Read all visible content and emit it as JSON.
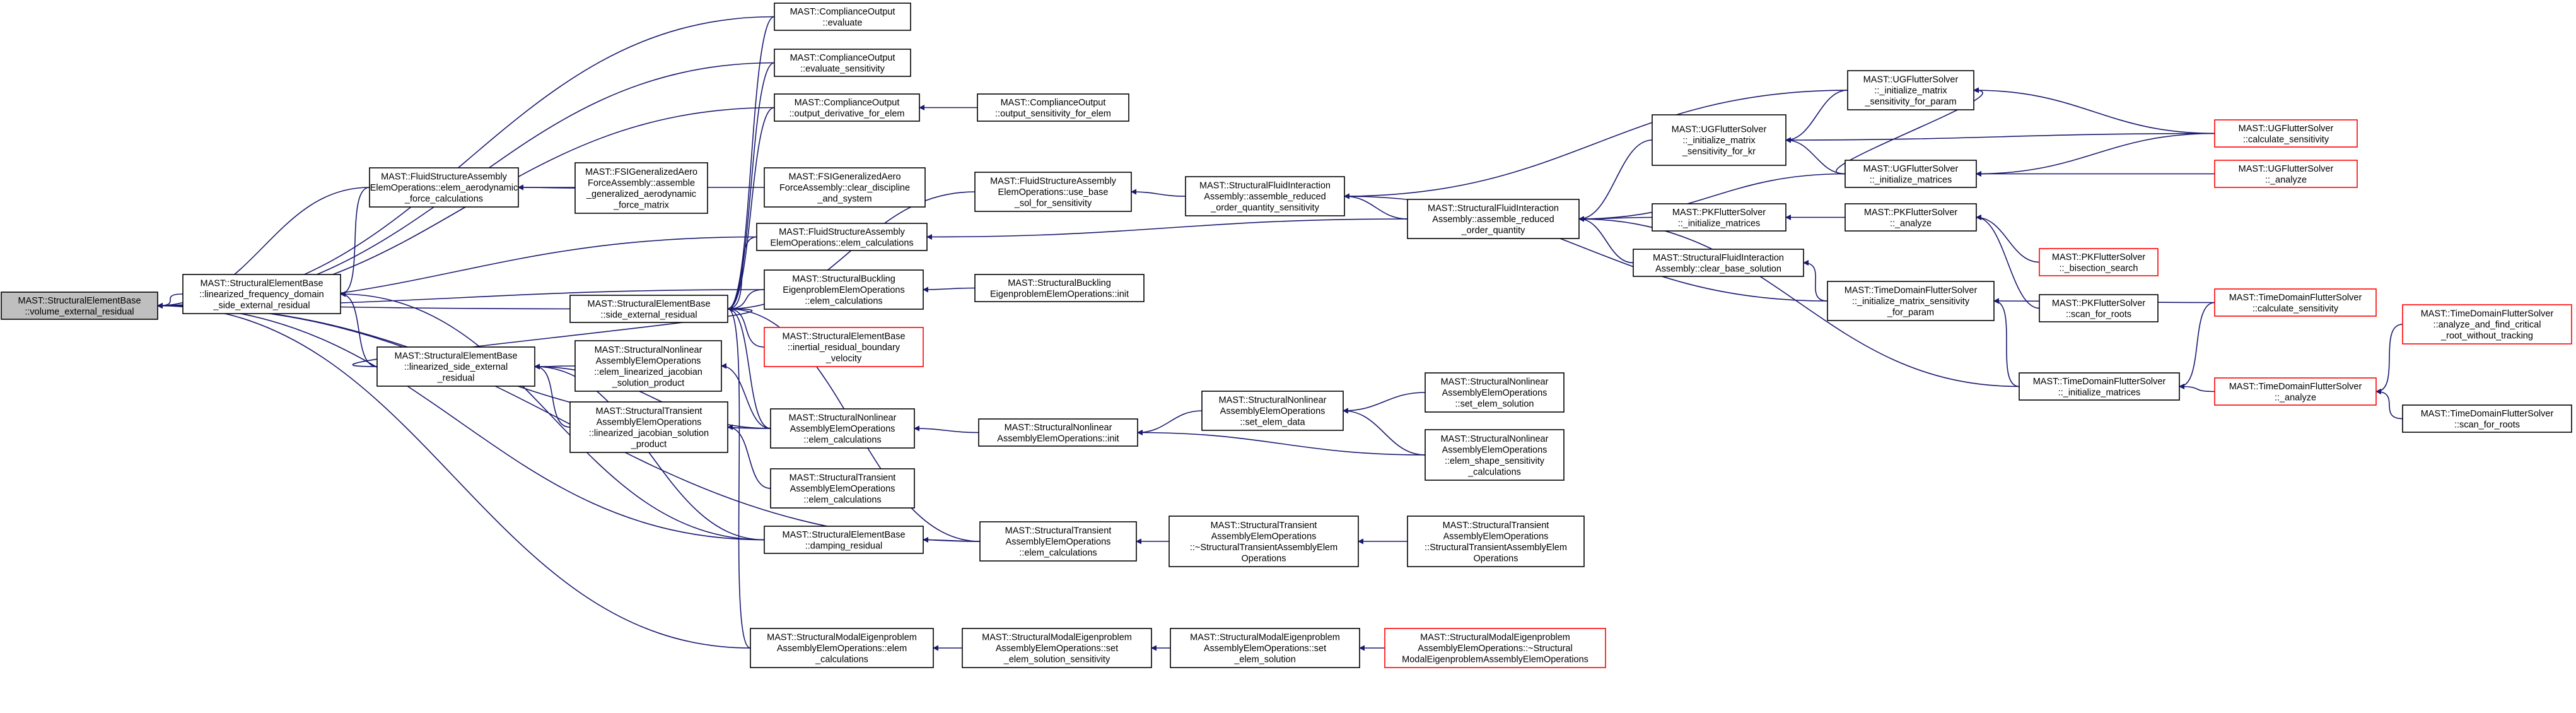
{
  "colors": {
    "edge": "#191970",
    "focus_fill": "#bfbfbf",
    "node_border": "#000000",
    "truncated_border": "#ff0000",
    "background": "#ffffff"
  },
  "nodes": [
    {
      "id": "n0",
      "label": [
        "MAST::StructuralElementBase",
        "::volume_external_residual"
      ],
      "focus": true
    },
    {
      "id": "n1",
      "label": [
        "MAST::ComplianceOutput",
        "::evaluate"
      ]
    },
    {
      "id": "n2",
      "label": [
        "MAST::ComplianceOutput",
        "::evaluate_sensitivity"
      ]
    },
    {
      "id": "n3",
      "label": [
        "MAST::ComplianceOutput",
        "::output_derivative_for_elem"
      ]
    },
    {
      "id": "n4",
      "label": [
        "MAST::ComplianceOutput",
        "::output_sensitivity_for_elem"
      ]
    },
    {
      "id": "n5",
      "label": [
        "MAST::FluidStructureAssembly",
        "ElemOperations::elem_aerodynamic",
        "_force_calculations"
      ]
    },
    {
      "id": "n6",
      "label": [
        "MAST::FSIGeneralizedAero",
        "ForceAssembly::assemble",
        "_generalized_aerodynamic",
        "_force_matrix"
      ]
    },
    {
      "id": "n7",
      "label": [
        "MAST::FSIGeneralizedAero",
        "ForceAssembly::clear_discipline",
        "_and_system"
      ]
    },
    {
      "id": "n8",
      "label": [
        "MAST::FluidStructureAssembly",
        "ElemOperations::use_base",
        "_sol_for_sensitivity"
      ]
    },
    {
      "id": "n9",
      "label": [
        "MAST::StructuralFluidInteraction",
        "Assembly::assemble_reduced",
        "_order_quantity_sensitivity"
      ]
    },
    {
      "id": "n10",
      "label": [
        "MAST::FluidStructureAssembly",
        "ElemOperations::elem_calculations"
      ]
    },
    {
      "id": "n11",
      "label": [
        "MAST::StructuralElementBase",
        "::linearized_frequency_domain",
        "_side_external_residual"
      ]
    },
    {
      "id": "n12",
      "label": [
        "MAST::StructuralElementBase",
        "::side_external_residual"
      ]
    },
    {
      "id": "n13",
      "label": [
        "MAST::StructuralBuckling",
        "EigenproblemElemOperations",
        "::elem_calculations"
      ]
    },
    {
      "id": "n14",
      "label": [
        "MAST::StructuralBuckling",
        "EigenproblemElemOperations::init"
      ]
    },
    {
      "id": "n15",
      "label": [
        "MAST::StructuralElementBase",
        "::inertial_residual_boundary",
        "_velocity"
      ],
      "truncated": true
    },
    {
      "id": "n16",
      "label": [
        "MAST::StructuralElementBase",
        "::linearized_side_external",
        "_residual"
      ]
    },
    {
      "id": "n17",
      "label": [
        "MAST::StructuralNonlinear",
        "AssemblyElemOperations",
        "::elem_linearized_jacobian",
        "_solution_product"
      ]
    },
    {
      "id": "n18",
      "label": [
        "MAST::StructuralTransient",
        "AssemblyElemOperations",
        "::linearized_jacobian_solution",
        "_product"
      ]
    },
    {
      "id": "n19",
      "label": [
        "MAST::StructuralNonlinear",
        "AssemblyElemOperations",
        "::elem_calculations"
      ]
    },
    {
      "id": "n20",
      "label": [
        "MAST::StructuralNonlinear",
        "AssemblyElemOperations::init"
      ]
    },
    {
      "id": "n21",
      "label": [
        "MAST::StructuralNonlinear",
        "AssemblyElemOperations",
        "::set_elem_data"
      ]
    },
    {
      "id": "n22",
      "label": [
        "MAST::StructuralNonlinear",
        "AssemblyElemOperations",
        "::set_elem_solution"
      ]
    },
    {
      "id": "n23",
      "label": [
        "MAST::StructuralNonlinear",
        "AssemblyElemOperations",
        "::elem_shape_sensitivity",
        "_calculations"
      ]
    },
    {
      "id": "n24",
      "label": [
        "MAST::StructuralTransient",
        "AssemblyElemOperations",
        "::elem_calculations"
      ]
    },
    {
      "id": "n25",
      "label": [
        "MAST::StructuralElementBase",
        "::damping_residual"
      ]
    },
    {
      "id": "n26",
      "label": [
        "MAST::StructuralTransient",
        "AssemblyElemOperations",
        "::elem_calculations"
      ]
    },
    {
      "id": "n27",
      "label": [
        "MAST::StructuralTransient",
        "AssemblyElemOperations",
        "::~StructuralTransientAssemblyElem",
        "Operations"
      ]
    },
    {
      "id": "n28",
      "label": [
        "MAST::StructuralTransient",
        "AssemblyElemOperations",
        "::StructuralTransientAssemblyElem",
        "Operations"
      ]
    },
    {
      "id": "n29",
      "label": [
        "MAST::StructuralModalEigenproblem",
        "AssemblyElemOperations::elem",
        "_calculations"
      ]
    },
    {
      "id": "n30",
      "label": [
        "MAST::StructuralModalEigenproblem",
        "AssemblyElemOperations::set",
        "_elem_solution_sensitivity"
      ]
    },
    {
      "id": "n31",
      "label": [
        "MAST::StructuralModalEigenproblem",
        "AssemblyElemOperations::set",
        "_elem_solution"
      ]
    },
    {
      "id": "n32",
      "label": [
        "MAST::StructuralModalEigenproblem",
        "AssemblyElemOperations::~Structural",
        "ModalEigenproblemAssemblyElemOperations"
      ],
      "truncated": true
    },
    {
      "id": "n33",
      "label": [
        "MAST::StructuralFluidInteraction",
        "Assembly::assemble_reduced",
        "_order_quantity"
      ]
    },
    {
      "id": "n34",
      "label": [
        "MAST::UGFlutterSolver",
        "::_initialize_matrix",
        "_sensitivity_for_kr"
      ]
    },
    {
      "id": "n35",
      "label": [
        "MAST::UGFlutterSolver",
        "::_initialize_matrix",
        "_sensitivity_for_param"
      ]
    },
    {
      "id": "n36",
      "label": [
        "MAST::UGFlutterSolver",
        "::_initialize_matrices"
      ]
    },
    {
      "id": "n37",
      "label": [
        "MAST::UGFlutterSolver",
        "::calculate_sensitivity"
      ],
      "truncated": true
    },
    {
      "id": "n38",
      "label": [
        "MAST::UGFlutterSolver",
        "::_analyze"
      ],
      "truncated": true
    },
    {
      "id": "n39",
      "label": [
        "MAST::PKFlutterSolver",
        "::_initialize_matrices"
      ]
    },
    {
      "id": "n40",
      "label": [
        "MAST::PKFlutterSolver",
        "::_analyze"
      ]
    },
    {
      "id": "n41",
      "label": [
        "MAST::PKFlutterSolver",
        "::_bisection_search"
      ],
      "truncated": true
    },
    {
      "id": "n42",
      "label": [
        "MAST::PKFlutterSolver",
        "::scan_for_roots"
      ]
    },
    {
      "id": "n43",
      "label": [
        "MAST::StructuralFluidInteraction",
        "Assembly::clear_base_solution"
      ]
    },
    {
      "id": "n44",
      "label": [
        "MAST::TimeDomainFlutterSolver",
        "::_initialize_matrix_sensitivity",
        "_for_param"
      ]
    },
    {
      "id": "n45",
      "label": [
        "MAST::TimeDomainFlutterSolver",
        "::_initialize_matrices"
      ]
    },
    {
      "id": "n46",
      "label": [
        "MAST::TimeDomainFlutterSolver",
        "::calculate_sensitivity"
      ],
      "truncated": true
    },
    {
      "id": "n47",
      "label": [
        "MAST::TimeDomainFlutterSolver",
        "::_analyze"
      ],
      "truncated": true
    },
    {
      "id": "n48",
      "label": [
        "MAST::TimeDomainFlutterSolver",
        "::analyze_and_find_critical",
        "_root_without_tracking"
      ],
      "truncated": true
    },
    {
      "id": "n49",
      "label": [
        "MAST::TimeDomainFlutterSolver",
        "::scan_for_roots"
      ]
    }
  ],
  "edges": [
    [
      "n1",
      "n0"
    ],
    [
      "n2",
      "n0"
    ],
    [
      "n3",
      "n0"
    ],
    [
      "n5",
      "n0"
    ],
    [
      "n10",
      "n0"
    ],
    [
      "n11",
      "n0"
    ],
    [
      "n12",
      "n0"
    ],
    [
      "n13",
      "n0"
    ],
    [
      "n19",
      "n0"
    ],
    [
      "n25",
      "n0"
    ],
    [
      "n26",
      "n0"
    ],
    [
      "n29",
      "n0"
    ],
    [
      "n4",
      "n3"
    ],
    [
      "n6",
      "n5"
    ],
    [
      "n7",
      "n5"
    ],
    [
      "n9",
      "n8"
    ],
    [
      "n33",
      "n9"
    ],
    [
      "n33",
      "n10"
    ],
    [
      "n16",
      "n11"
    ],
    [
      "n5",
      "n11"
    ],
    [
      "n16",
      "n12"
    ],
    [
      "n1",
      "n12"
    ],
    [
      "n2",
      "n12"
    ],
    [
      "n3",
      "n12"
    ],
    [
      "n8",
      "n12"
    ],
    [
      "n10",
      "n12"
    ],
    [
      "n13",
      "n12"
    ],
    [
      "n15",
      "n12"
    ],
    [
      "n19",
      "n12"
    ],
    [
      "n26",
      "n12"
    ],
    [
      "n29",
      "n12"
    ],
    [
      "n17",
      "n16"
    ],
    [
      "n18",
      "n16"
    ],
    [
      "n19",
      "n16"
    ],
    [
      "n25",
      "n16"
    ],
    [
      "n25",
      "n11"
    ],
    [
      "n14",
      "n13"
    ],
    [
      "n24",
      "n18"
    ],
    [
      "n19",
      "n17"
    ],
    [
      "n20",
      "n19"
    ],
    [
      "n21",
      "n20"
    ],
    [
      "n23",
      "n20"
    ],
    [
      "n22",
      "n21"
    ],
    [
      "n23",
      "n21"
    ],
    [
      "n27",
      "n26"
    ],
    [
      "n28",
      "n27"
    ],
    [
      "n26",
      "n25"
    ],
    [
      "n30",
      "n29"
    ],
    [
      "n31",
      "n30"
    ],
    [
      "n32",
      "n31"
    ],
    [
      "n34",
      "n33"
    ],
    [
      "n36",
      "n33"
    ],
    [
      "n39",
      "n33"
    ],
    [
      "n43",
      "n33"
    ],
    [
      "n45",
      "n33"
    ],
    [
      "n35",
      "n9"
    ],
    [
      "n44",
      "n9"
    ],
    [
      "n35",
      "n34"
    ],
    [
      "n36",
      "n34"
    ],
    [
      "n37",
      "n34"
    ],
    [
      "n37",
      "n35"
    ],
    [
      "n36",
      "n35"
    ],
    [
      "n37",
      "n36"
    ],
    [
      "n38",
      "n36"
    ],
    [
      "n40",
      "n39"
    ],
    [
      "n41",
      "n40"
    ],
    [
      "n42",
      "n40"
    ],
    [
      "n44",
      "n43"
    ],
    [
      "n46",
      "n44"
    ],
    [
      "n45",
      "n44"
    ],
    [
      "n46",
      "n45"
    ],
    [
      "n47",
      "n45"
    ],
    [
      "n48",
      "n47"
    ],
    [
      "n49",
      "n47"
    ]
  ]
}
